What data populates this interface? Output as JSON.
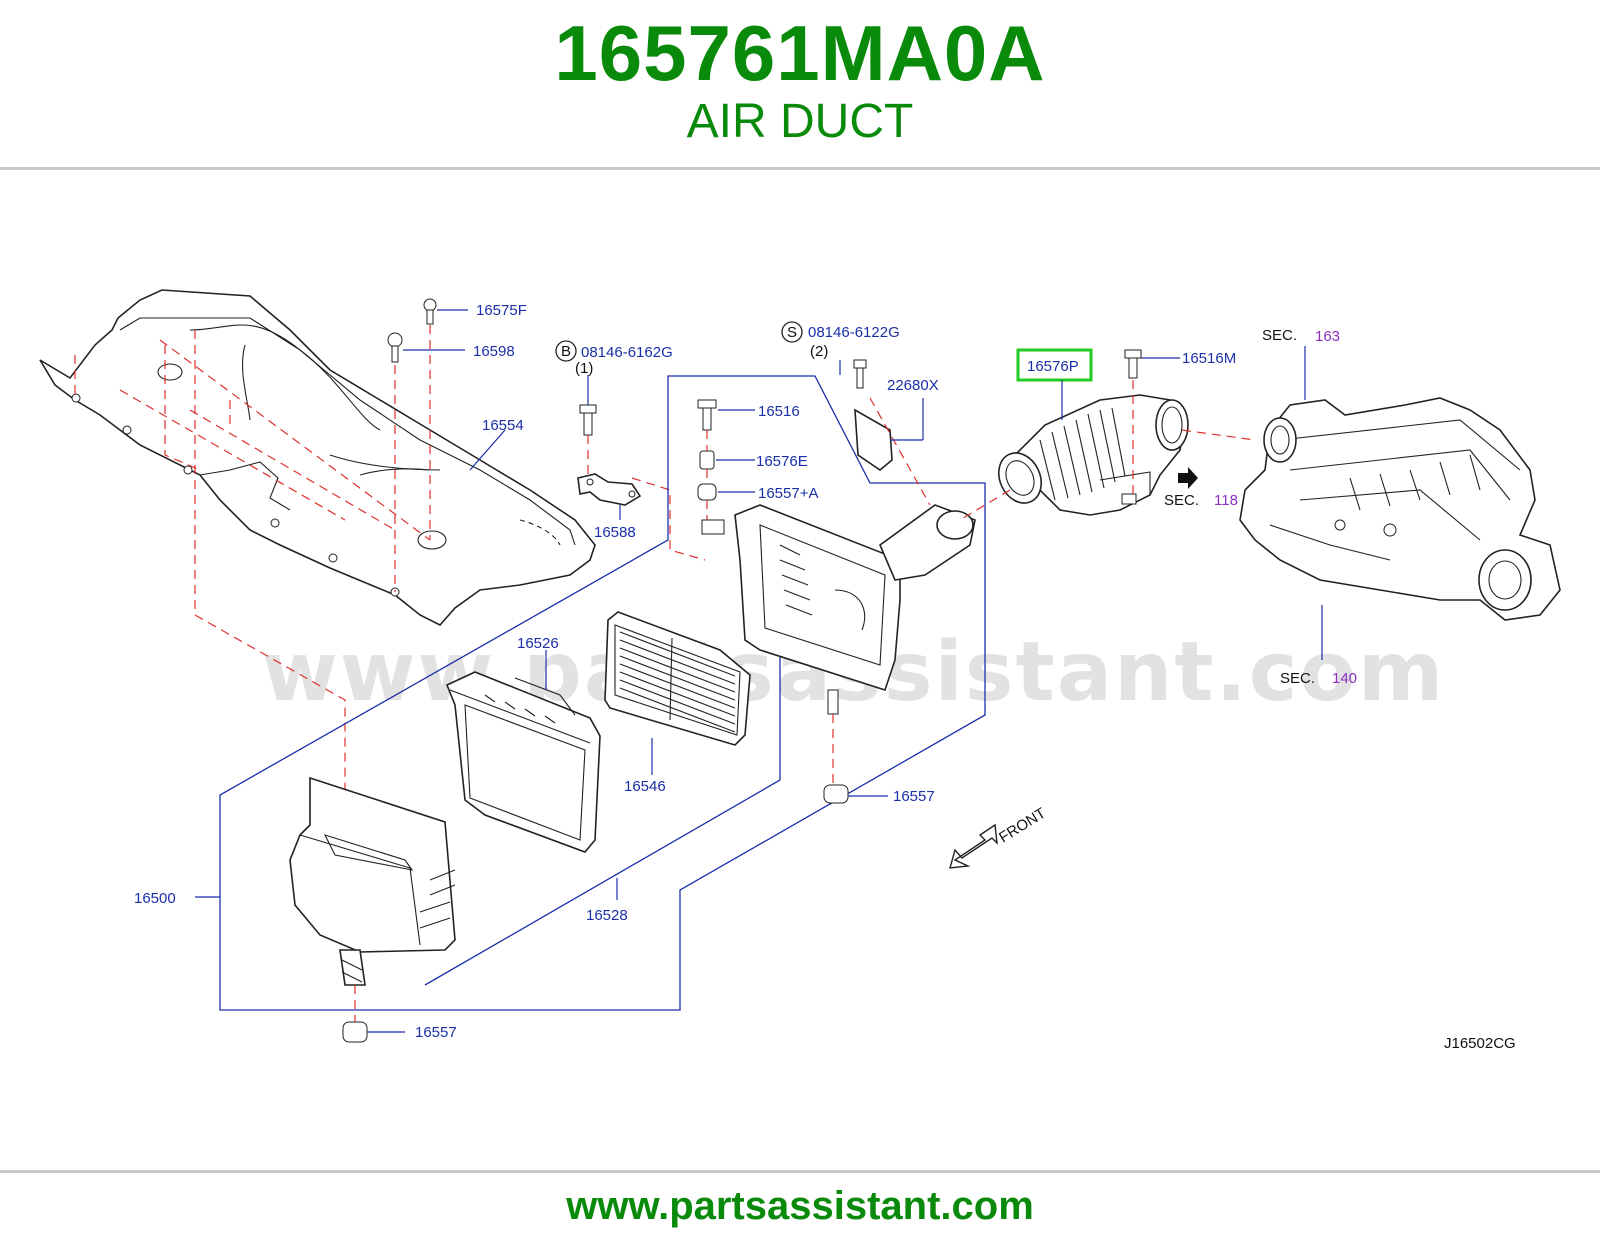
{
  "header": {
    "part_number": "165761MA0A",
    "part_name": "AIR DUCT"
  },
  "watermark": "www.partsassistant.com",
  "footer": {
    "url": "www.partsassistant.com"
  },
  "diagram_code": "J16502CG",
  "front_label": "FRONT",
  "highlight_color": "#22cc22",
  "callouts": {
    "p16575F": "16575F",
    "p16598": "16598",
    "p16554": "16554",
    "b_badge": "B",
    "b_part": "08146-6162G",
    "b_qty": "(1)",
    "s_badge": "S",
    "s_part": "08146-6122G",
    "s_qty": "(2)",
    "p22680X": "22680X",
    "p16576P": "16576P",
    "p16516M": "16516M",
    "p16516": "16516",
    "p16576E": "16576E",
    "p16557A": "16557+A",
    "p16588": "16588",
    "p16526": "16526",
    "p16546": "16546",
    "p16557_mid": "16557",
    "p16500": "16500",
    "p16528": "16528",
    "p16557_low": "16557",
    "sec_word": "SEC.",
    "sec163": "163",
    "sec118": "118",
    "sec140": "140"
  }
}
